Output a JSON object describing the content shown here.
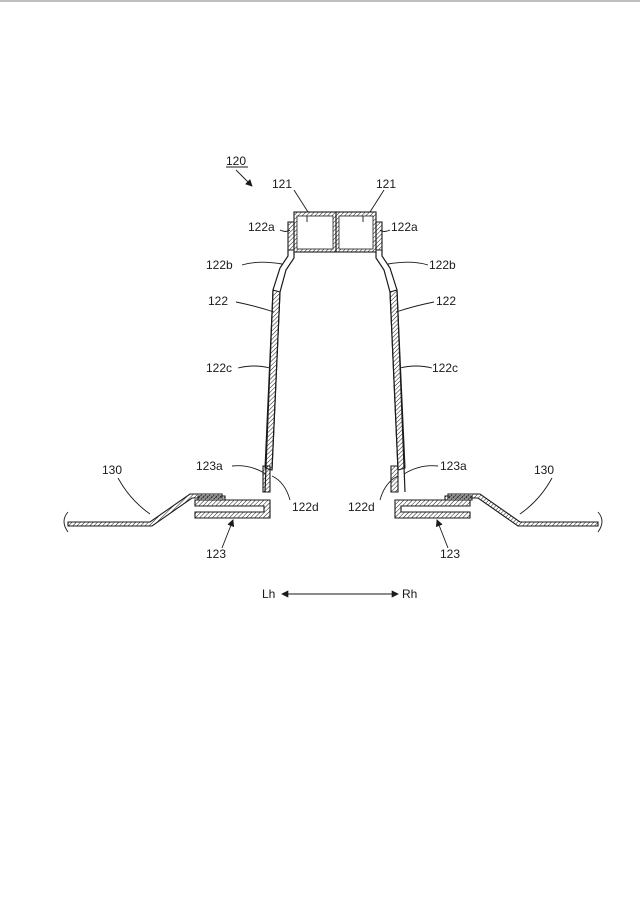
{
  "figure": {
    "assembly_ref": "120",
    "refs": {
      "upper_left": "121",
      "upper_right": "121",
      "flange_left": "122a",
      "flange_right": "122a",
      "bend_left": "122b",
      "bend_right": "122b",
      "pillar_left": "122",
      "pillar_right": "122",
      "wall_left": "122c",
      "wall_right": "122c",
      "lower_flange_left": "123a",
      "lower_flange_right": "123a",
      "foot_left": "122d",
      "foot_right": "122d",
      "panel_left": "130",
      "panel_right": "130",
      "bracket_left": "123",
      "bracket_right": "123"
    },
    "direction": {
      "left": "Lh",
      "right": "Rh"
    }
  }
}
